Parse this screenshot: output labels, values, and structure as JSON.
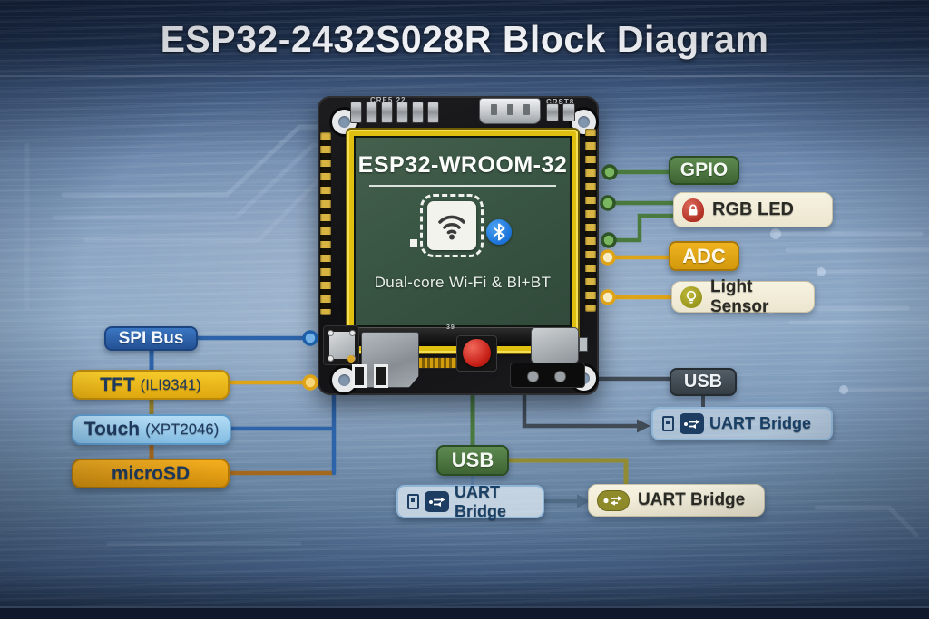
{
  "title": "ESP32-2432S028R Block Diagram",
  "board": {
    "module_name": "ESP32-WROOM-32",
    "module_caption": "Dual-core Wi-Fi & Bl+BT",
    "silkscreen_left": "CRE5 22",
    "silkscreen_right": "CRST8",
    "silkscreen_39": "39"
  },
  "left_labels": {
    "spi_bus": "SPI Bus",
    "tft": "TFT",
    "tft_chip": "(ILI9341)",
    "touch": "Touch",
    "touch_chip": "(XPT2046)",
    "microsd": "microSD"
  },
  "right_labels": {
    "gpio": "GPIO",
    "rgb_led": "RGB LED",
    "adc": "ADC",
    "light_sensor": "Light Sensor",
    "usb": "USB",
    "uart_bridge": "UART Bridge"
  },
  "bottom_labels": {
    "usb": "USB",
    "uart_bridge_center": "UART Bridge",
    "uart_bridge_right": "UART Bridge"
  },
  "colors": {
    "gpio_green": "#47703c",
    "adc_gold": "#e2a81d",
    "spi_blue": "#2d63a8",
    "tft_yellow": "#ecc01e",
    "touch_blue": "#9ccdec",
    "microsd_orange": "#e8a31a",
    "usb_green": "#4e7440",
    "usb_dark": "#454f57",
    "line_brown": "#a96a18",
    "line_olive": "#918c33",
    "bt_blue": "#1f7de0",
    "led_red": "#c23a2b",
    "sensor_olive": "#a8a524"
  }
}
